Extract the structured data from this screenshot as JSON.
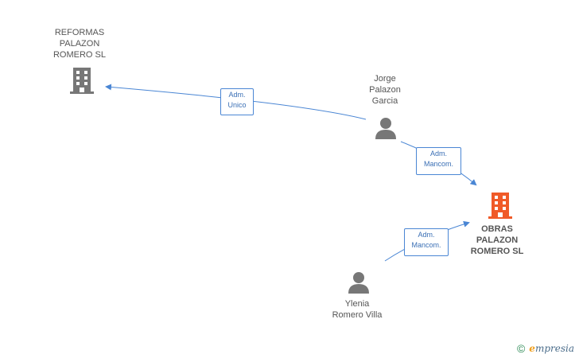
{
  "nodes": {
    "reformas": {
      "label": "REFORMAS\nPALAZON\nROMERO  SL",
      "color": "#777777"
    },
    "jorge": {
      "label": "Jorge\nPalazon\nGarcia",
      "color": "#777777"
    },
    "obras": {
      "label": "OBRAS\nPALAZON\nROMERO  SL",
      "color": "#f05a28"
    },
    "ylenia": {
      "label": "Ylenia\nRomero Villa",
      "color": "#777777"
    }
  },
  "edges": {
    "jorge_reformas": {
      "line1": "Adm.",
      "line2": "Unico"
    },
    "jorge_obras": {
      "line1": "Adm.",
      "line2": "Mancom."
    },
    "ylenia_obras": {
      "line1": "Adm.",
      "line2": "Mancom."
    }
  },
  "footer": {
    "copyright": "©",
    "brand_e": "e",
    "brand_rest": "mpresia"
  },
  "colors": {
    "edge": "#4a86d4"
  }
}
